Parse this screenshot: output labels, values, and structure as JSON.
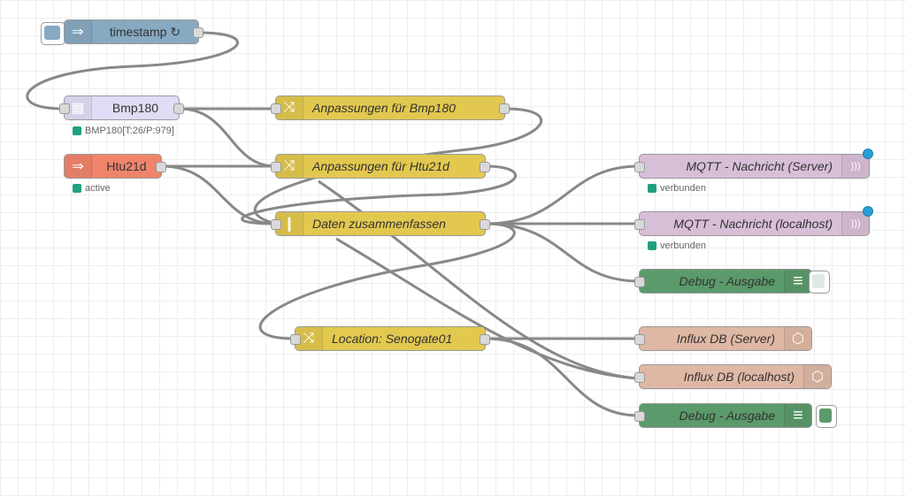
{
  "nodes": {
    "timestamp": {
      "label": "timestamp ↻",
      "color": "#87a9c1"
    },
    "bmp180": {
      "label": "Bmp180",
      "color": "#e0dcf5",
      "status": "BMP180[T:26/P:979]"
    },
    "htu21d": {
      "label": "Htu21d",
      "color": "#f0846b",
      "status": "active"
    },
    "anp_bmp": {
      "label": "Anpassungen für Bmp180",
      "color": "#e2c84f"
    },
    "anp_htu": {
      "label": "Anpassungen für Htu21d",
      "color": "#e2c84f"
    },
    "daten": {
      "label": "Daten zusammenfassen",
      "color": "#e2c84f"
    },
    "location": {
      "label": "Location: Senogate01",
      "color": "#e2c84f"
    },
    "mqtt_server": {
      "label": "MQTT - Nachricht (Server)",
      "color": "#d8bfd8",
      "status": "verbunden"
    },
    "mqtt_local": {
      "label": "MQTT - Nachricht (localhost)",
      "color": "#d8bfd8",
      "status": "verbunden"
    },
    "debug1": {
      "label": "Debug - Ausgabe",
      "color": "#5b9a6b",
      "active": false
    },
    "influx_server": {
      "label": "Influx DB (Server)",
      "color": "#deb8a4"
    },
    "influx_local": {
      "label": "Influx DB (localhost)",
      "color": "#deb8a4"
    },
    "debug2": {
      "label": "Debug - Ausgabe",
      "color": "#5b9a6b",
      "active": true
    }
  },
  "icons": {
    "inject": "⇒",
    "function": "⤨",
    "join": "❙",
    "mqtt": ")))",
    "debug": "≡",
    "influx": "⬡"
  }
}
